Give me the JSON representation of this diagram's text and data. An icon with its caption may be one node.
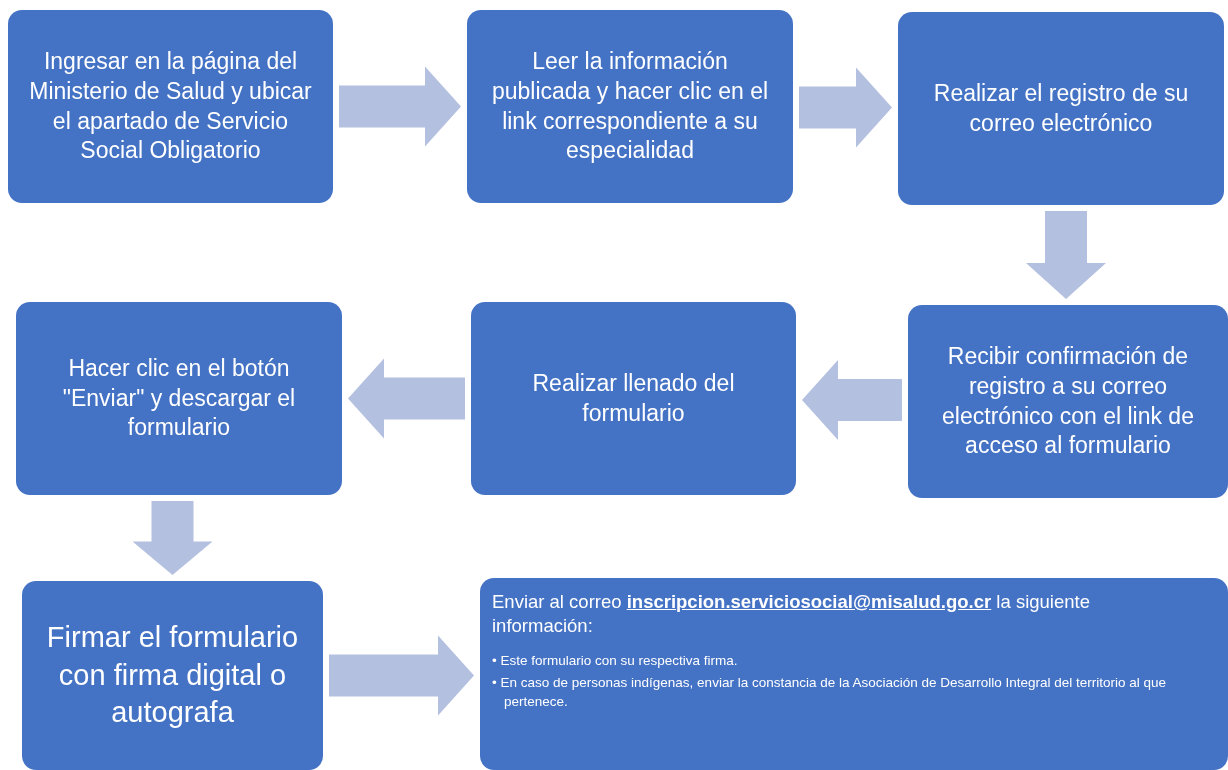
{
  "diagram": {
    "nodes": [
      {
        "text": [
          "Ingresar en la página del Ministerio de Salud y ubicar el apartado de Servicio Social Obligatorio"
        ]
      },
      {
        "text": [
          "Leer la información publicada y hacer clic en el link correspondiente a su especialidad"
        ]
      },
      {
        "text": [
          "Realizar el registro de su correo electrónico"
        ]
      },
      {
        "text": [
          "Recibir confirmación de registro a su correo electrónico con el link de acceso al formulario"
        ]
      },
      {
        "text": [
          "Realizar llenado del formulario"
        ]
      },
      {
        "text": [
          "Hacer clic en el botón \"Enviar\" y descargar el formulario"
        ]
      },
      {
        "text": [
          "Firmar el formulario con firma digital o autografa"
        ]
      },
      {
        "text": [
          "Enviar al correo **inscripcion.serviciosocial@misalud.go.cr** la siguiente información:",
          "• Este formulario con su respectiva firma.",
          "• En  caso de personas indígenas, enviar la constancia de la Asociación de Desarrollo Integral del territorio al que pertenece."
        ]
      }
    ],
    "edges": [
      {
        "from": 0,
        "to": 1,
        "arrow": "to"
      },
      {
        "from": 1,
        "to": 2,
        "arrow": "to"
      },
      {
        "from": 2,
        "to": 3,
        "arrow": "to"
      },
      {
        "from": 3,
        "to": 4,
        "arrow": "to"
      },
      {
        "from": 4,
        "to": 5,
        "arrow": "to"
      },
      {
        "from": 5,
        "to": 6,
        "arrow": "to"
      },
      {
        "from": 6,
        "to": 7,
        "arrow": "to"
      }
    ]
  }
}
